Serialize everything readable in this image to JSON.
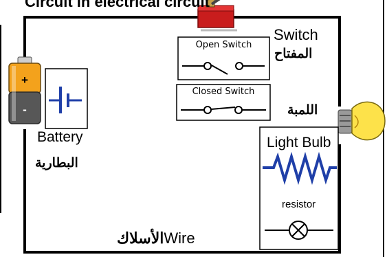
{
  "title": "Circuit in electrical circuit",
  "switch": {
    "label_en": "Switch",
    "label_ar": "المفتاح",
    "open_label": "Open Switch",
    "closed_label": "Closed Switch"
  },
  "battery": {
    "label_en": "Battery",
    "label_ar": "البطارية",
    "plus": "+",
    "minus": "-"
  },
  "bulb": {
    "label_ar": "اللمبة",
    "label_en": "Light Bulb",
    "resistor_label": "resistor"
  },
  "wire": {
    "label_ar": "الأسلاك",
    "label_en": "Wire"
  },
  "colors": {
    "battery_top": "#f2a31b",
    "battery_bottom": "#5a5a5a",
    "switch_red": "#d42020",
    "switch_base": "#b81818",
    "bulb_yellow": "#fde24a",
    "resistor_blue": "#1f3fa8",
    "outline": "#000000"
  }
}
